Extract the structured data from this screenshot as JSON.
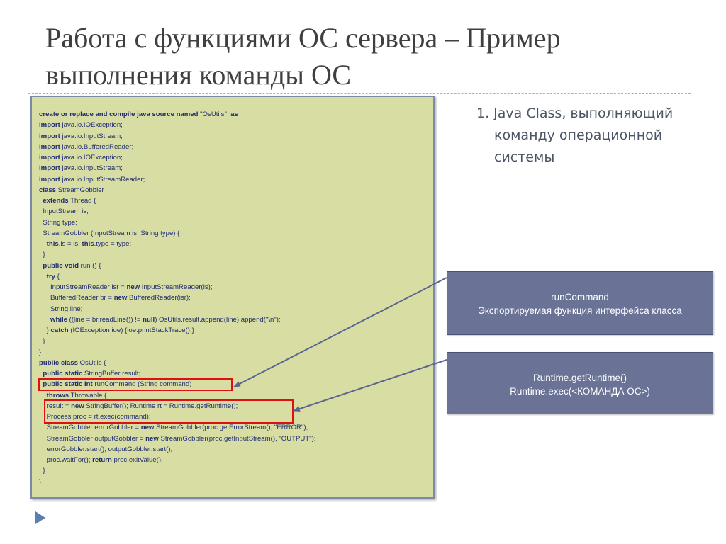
{
  "slide": {
    "title_line1": "Работа с функциями ОС сервера – Пример",
    "title_line2": "выполнения команды ОС",
    "bullet": "1. Java Class, выполняющий команду операционной системы"
  },
  "code": [
    [
      {
        "t": "create or replace and compile java source named ",
        "b": true
      },
      {
        "t": "\"OsUtils\" "
      },
      {
        "t": " as",
        "b": true
      }
    ],
    [
      {
        "t": "import",
        "b": true
      },
      {
        "t": " java.io.IOException;"
      }
    ],
    [
      {
        "t": "import",
        "b": true
      },
      {
        "t": " java.io.InputStream;"
      }
    ],
    [
      {
        "t": "import",
        "b": true
      },
      {
        "t": " java.io.BufferedReader;"
      }
    ],
    [
      {
        "t": "import",
        "b": true
      },
      {
        "t": " java.io.IOException;"
      }
    ],
    [
      {
        "t": "import",
        "b": true
      },
      {
        "t": " java.io.InputStream;"
      }
    ],
    [
      {
        "t": "import",
        "b": true
      },
      {
        "t": " java.io.InputStreamReader;"
      }
    ],
    [
      {
        "t": "class",
        "b": true
      },
      {
        "t": " StreamGobbler"
      }
    ],
    [
      {
        "t": "  "
      },
      {
        "t": "extends",
        "b": true
      },
      {
        "t": " Thread {"
      }
    ],
    [
      {
        "t": "  InputStream is;"
      }
    ],
    [
      {
        "t": "  String type;"
      }
    ],
    [
      {
        "t": "  StreamGobbler (InputStream is, String type) {"
      }
    ],
    [
      {
        "t": "    "
      },
      {
        "t": "this",
        "b": true
      },
      {
        "t": ".is = is; "
      },
      {
        "t": "this",
        "b": true
      },
      {
        "t": ".type = type;"
      }
    ],
    [
      {
        "t": "  }"
      }
    ],
    [
      {
        "t": "  "
      },
      {
        "t": "public void",
        "b": true
      },
      {
        "t": " run () {"
      }
    ],
    [
      {
        "t": "    "
      },
      {
        "t": "try",
        "b": true
      },
      {
        "t": " {"
      }
    ],
    [
      {
        "t": "      InputStreamReader isr = "
      },
      {
        "t": "new",
        "b": true
      },
      {
        "t": " InputStreamReader(is);"
      }
    ],
    [
      {
        "t": "      BufferedReader br = "
      },
      {
        "t": "new",
        "b": true
      },
      {
        "t": " BufferedReader(isr);"
      }
    ],
    [
      {
        "t": "      String line;"
      }
    ],
    [
      {
        "t": "      "
      },
      {
        "t": "while",
        "b": true
      },
      {
        "t": " ((line = br.readLine()) != "
      },
      {
        "t": "null",
        "b": true
      },
      {
        "t": ") OsUtils.result.append(line).append(\"\\n\");"
      }
    ],
    [
      {
        "t": "    } "
      },
      {
        "t": "catch",
        "b": true
      },
      {
        "t": " (IOException ioe) {ioe.printStackTrace();}"
      }
    ],
    [
      {
        "t": "  }"
      }
    ],
    [
      {
        "t": "}"
      }
    ],
    [
      {
        "t": "public class",
        "b": true
      },
      {
        "t": " OsUtils {"
      }
    ],
    [
      {
        "t": "  "
      },
      {
        "t": "public static",
        "b": true
      },
      {
        "t": " StringBuffer result;"
      }
    ],
    [
      {
        "t": "  "
      },
      {
        "t": "public static int",
        "b": true
      },
      {
        "t": " runCommand (String command)"
      }
    ],
    [
      {
        "t": "    "
      },
      {
        "t": "throws",
        "b": true
      },
      {
        "t": " Throwable {"
      }
    ],
    [
      {
        "t": "    result = "
      },
      {
        "t": "new",
        "b": true
      },
      {
        "t": " StringBuffer(); Runtime rt = Runtime.getRuntime();"
      }
    ],
    [
      {
        "t": "    Process proc = rt.exec(command);"
      }
    ],
    [
      {
        "t": "    StreamGobbler errorGobbler = "
      },
      {
        "t": "new",
        "b": true
      },
      {
        "t": " StreamGobbler(proc.getErrorStream(), \"ERROR\");"
      }
    ],
    [
      {
        "t": "    StreamGobbler outputGobbler = "
      },
      {
        "t": "new",
        "b": true
      },
      {
        "t": " StreamGobbler(proc.getInputStream(), \"OUTPUT\");"
      }
    ],
    [
      {
        "t": "    errorGobbler.start(); outputGobbler.start();"
      }
    ],
    [
      {
        "t": "    proc.waitFor(); "
      },
      {
        "t": "return",
        "b": true
      },
      {
        "t": " proc.exitValue();"
      }
    ],
    [
      {
        "t": "  }"
      }
    ],
    [
      {
        "t": "}"
      }
    ]
  ],
  "callouts": [
    {
      "line1": "runCommand",
      "line2": "Экспортируемая функция интерфейса класса"
    },
    {
      "line1": "Runtime.getRuntime()",
      "line2": "Runtime.exec(<КОМАНДА ОС>)"
    }
  ],
  "colors": {
    "code_background": "#d8dea3",
    "code_text": "#1f2c72",
    "callout_background": "#6a7296",
    "highlight": "#e01010",
    "arrow": "#5a6690"
  },
  "icons": {
    "nav": "next-slide-icon"
  }
}
